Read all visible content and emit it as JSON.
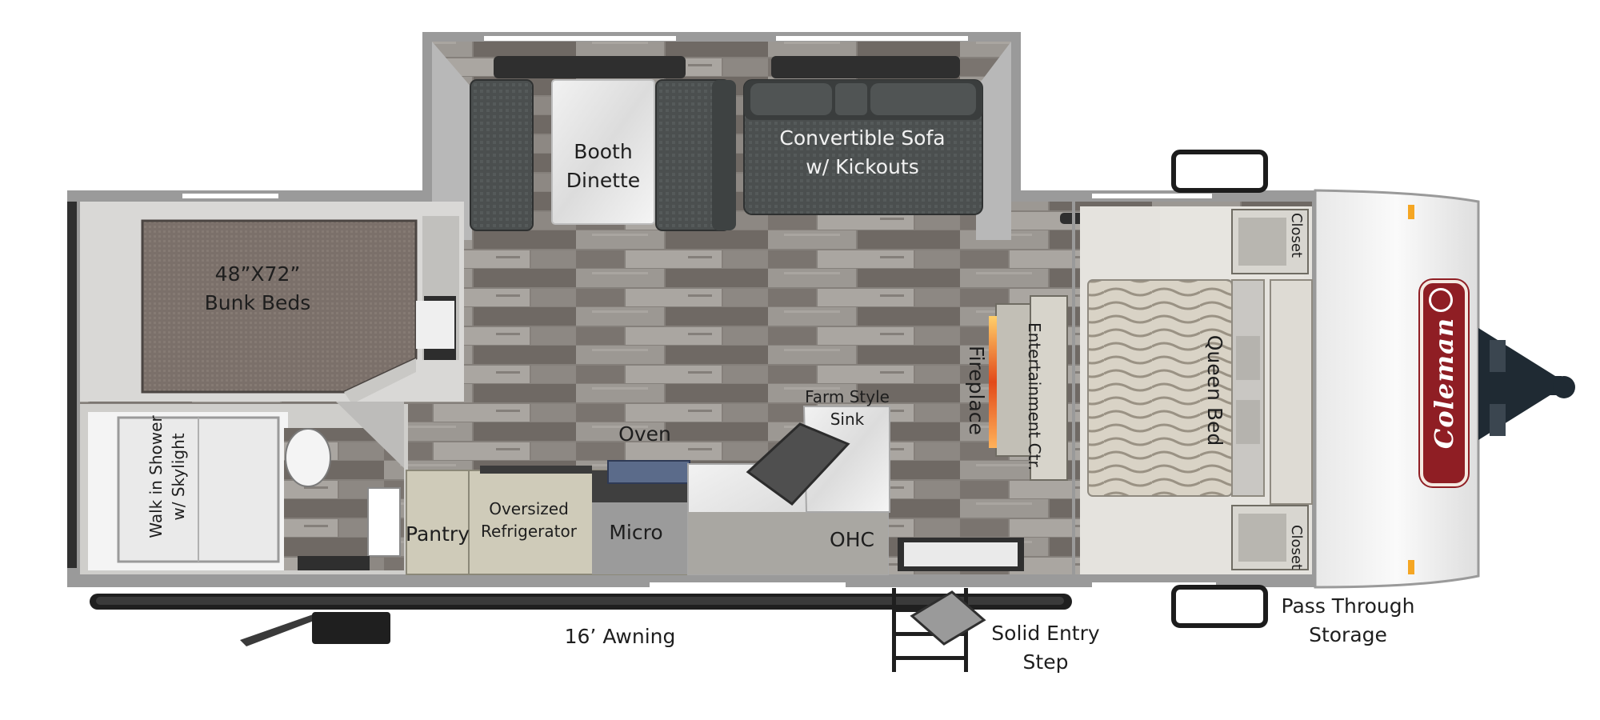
{
  "floorplan": {
    "labels": {
      "convertible_sofa": [
        "Convertible Sofa",
        "w/ Kickouts"
      ],
      "booth_dinette": [
        "Booth",
        "Dinette"
      ],
      "bunk_beds": [
        "48”X72”",
        "Bunk Beds"
      ],
      "farm_style_sink": [
        "Farm Style",
        "Sink"
      ],
      "oven": "Oven",
      "pantry": "Pantry",
      "oversized_refrigerator": [
        "Oversized",
        "Refrigerator"
      ],
      "micro": "Micro",
      "ohc": "OHC",
      "walk_in_shower": [
        "Walk in Shower",
        "w/ Skylight"
      ],
      "fireplace": "Fireplace",
      "entertainment_ctr": "Entertainment Ctr.",
      "queen_bed": "Queen Bed",
      "closet_top": "Closet",
      "closet_bottom": "Closet",
      "awning": "16’ Awning",
      "solid_entry_step": [
        "Solid Entry",
        "Step"
      ],
      "pass_through_storage": [
        "Pass Through",
        "Storage"
      ]
    },
    "logo": {
      "text": "Coleman",
      "color": "#8f1e24"
    },
    "colors": {
      "wall": "#9a9a9a",
      "floor": "#7d7772",
      "sofa": "#4b4f4f",
      "bunk": "#7b706a",
      "front_cap": "#f4f4f4"
    }
  }
}
